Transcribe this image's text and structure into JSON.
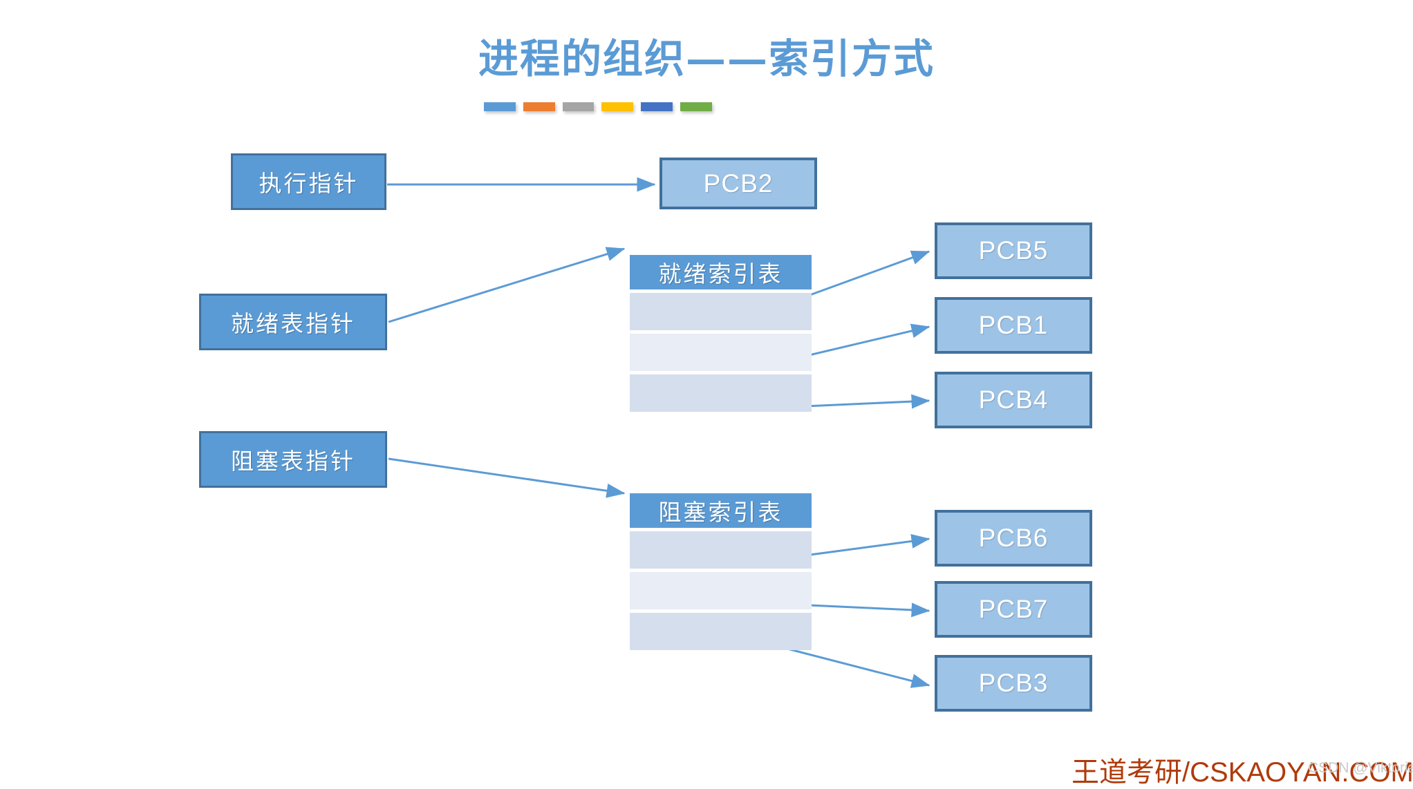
{
  "slide": {
    "title": "进程的组织——索引方式",
    "title_color": "#5B9BD5",
    "background": "#ffffff"
  },
  "accent_bars": [
    {
      "name": "accent-bar-blue",
      "color": "#5B9BD5"
    },
    {
      "name": "accent-bar-orange",
      "color": "#ED7D31"
    },
    {
      "name": "accent-bar-gray",
      "color": "#A5A5A5"
    },
    {
      "name": "accent-bar-yellow",
      "color": "#FFC000"
    },
    {
      "name": "accent-bar-indigo",
      "color": "#4472C4"
    },
    {
      "name": "accent-bar-green",
      "color": "#70AD47"
    }
  ],
  "pointers": [
    {
      "id": "exec",
      "label": "执行指针"
    },
    {
      "id": "ready",
      "label": "就绪表指针"
    },
    {
      "id": "blocked",
      "label": "阻塞表指针"
    }
  ],
  "tables": {
    "ready": {
      "header": "就绪索引表",
      "rows": [
        "",
        "",
        ""
      ]
    },
    "blocked": {
      "header": "阻塞索引表",
      "rows": [
        "",
        "",
        ""
      ]
    }
  },
  "pcb_blocks": [
    {
      "id": "pcb-2",
      "label": "PCB2"
    },
    {
      "id": "pcb-5",
      "label": "PCB5"
    },
    {
      "id": "pcb-1",
      "label": "PCB1"
    },
    {
      "id": "pcb-4",
      "label": "PCB4"
    },
    {
      "id": "pcb-6",
      "label": "PCB6"
    },
    {
      "id": "pcb-7",
      "label": "PCB7"
    },
    {
      "id": "pcb-3",
      "label": "PCB3"
    }
  ],
  "colors": {
    "pointer_fill": "#5B9BD5",
    "pointer_border": "#41719C",
    "pcb_fill": "#9DC3E6",
    "pcb_border": "#41719C",
    "table_header": "#5B9BD5",
    "table_row_dark": "#D5DEEC",
    "table_row_light": "#E9EDF5",
    "connector": "#5B9BD5",
    "footer_brand": "#B03A0B",
    "footer_watermark": "#C9C9C9"
  },
  "footer": {
    "brand": "王道考研/CSKAOYAN.COM",
    "watermark": "CSDN @Viktoriae"
  }
}
